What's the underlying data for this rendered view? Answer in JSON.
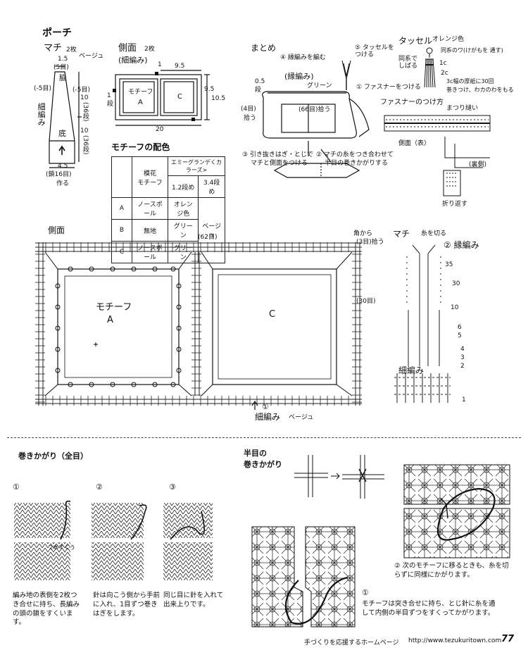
{
  "header": {
    "title": "ポーチ"
  },
  "gusset": {
    "label": "マチ",
    "count": "2枚",
    "color": "ベージュ",
    "top_width": "1.5",
    "top_stitches": "(5目)",
    "left_dec": "(-5目)",
    "right_dec": "(-5目)",
    "side_label": "脇",
    "edge_label": "細編み",
    "h1": "10",
    "h1_rows": "(36段)",
    "h2": "10",
    "h2_rows": "(36段)",
    "bottom_label": "底",
    "bottom_width": "4.5",
    "bottom_chain": "(鎖16目)",
    "make_label": "作る"
  },
  "side_small": {
    "label": "側面",
    "count": "2枚",
    "edge": "(細編み)",
    "top_dim": "1",
    "top_dim2": "9.5",
    "left_dim": "1",
    "left_dim2": "段",
    "h": "9.5",
    "h_total": "10.5",
    "width": "20",
    "motif_label": "モチーフ",
    "motif_a": "A",
    "motif_c": "C"
  },
  "assembly": {
    "title": "まとめ",
    "step4": "④ 縁編みを編む",
    "step5": "⑤ タッセルを つける",
    "step1": "① ファスナーをつける",
    "edge_label": "(縁編み)",
    "edge_color": "グリーン",
    "dim_top": "0.5",
    "dim_top2": "段",
    "rows4": "(4目)",
    "pick4": "拾う",
    "pick66": "(66目)拾う",
    "step3a": "③ 引き抜きはぎ・とじで",
    "step3b": "マチと側面をつける",
    "step2a": "② マチの糸をつき合わせて",
    "step2b": "半目の巻きかがりする"
  },
  "tassel": {
    "title": "タッセル",
    "color": "オレンジ色",
    "n1": "同系で しばる",
    "n2": "同系のワ(けがもを 通す)",
    "dim1": "1c",
    "dim2": "2c",
    "n3": "3c幅の厚紙に30回",
    "n4": "巻きつけ、わカのわをもる"
  },
  "zipper": {
    "title": "ファスナーのつけ方",
    "stitch": "まつり縫い",
    "side_front": "側面（表）",
    "back": "(裏側)",
    "fold": "折り返す"
  },
  "color_table": {
    "title": "モチーフの配色",
    "col_pattern": "模花",
    "col_motif": "モチーフ",
    "col_yarn": "エミーグランデくカラーズ>",
    "col_r1": "1.2段め",
    "col_r2": "3.4段め",
    "rows": [
      {
        "id": "A",
        "pattern": "ノースポール",
        "c1": "オレンジ色",
        "c2": "ベージュ"
      },
      {
        "id": "B",
        "pattern": "無地",
        "c1": "グリーン",
        "c2": ""
      },
      {
        "id": "C",
        "pattern": "ノースポール",
        "c1": "グリーン",
        "c2": ""
      }
    ]
  },
  "chart_side": {
    "label": "側面",
    "pick62": "(62目)",
    "corner1": "角から",
    "corner2": "(3目)拾う",
    "rows30": "(30目)",
    "motif": "モチーフ",
    "motif_a": "A",
    "motif_c": "C",
    "bottom_num": "①",
    "bottom_label": "細編み",
    "bottom_color": "ベージュ"
  },
  "chart_gusset": {
    "label": "マチ",
    "cut": "糸を切る",
    "step2": "② 縁編み",
    "edge": "細編み",
    "n35": "35",
    "n30": "30",
    "n10": "10",
    "n6": "6",
    "n5": "5",
    "n4": "4",
    "n3": "3",
    "n2": "2",
    "n1": "1"
  },
  "whip_full": {
    "title": "巻きかがり（全目）",
    "step1": "①",
    "step2": "②",
    "step3": "③",
    "note_pass": "2本すくう",
    "t1": "編み地の表側を2枚つき合せに持ち、長編みの頭の鎖をすくいます。",
    "t2": "針は向こう側から手前に入れ、1目ずつ巻きはぎをします。",
    "t3": "同じ目に針を入れて出来上りです。"
  },
  "whip_half": {
    "title1": "半目の",
    "title2": "巻きかがり",
    "t1_num": "①",
    "t1": "モチーフは突き合せに持ち、とじ針に糸を通して内側の半目ずつをすくってかがります。",
    "t2": "② 次のモチーフに移るときも、糸を切らずに同様にかがります。"
  },
  "footer": {
    "text": "手づくりを応援するホームページ",
    "url": "http://www.tezukuritown.com",
    "page": "77"
  }
}
